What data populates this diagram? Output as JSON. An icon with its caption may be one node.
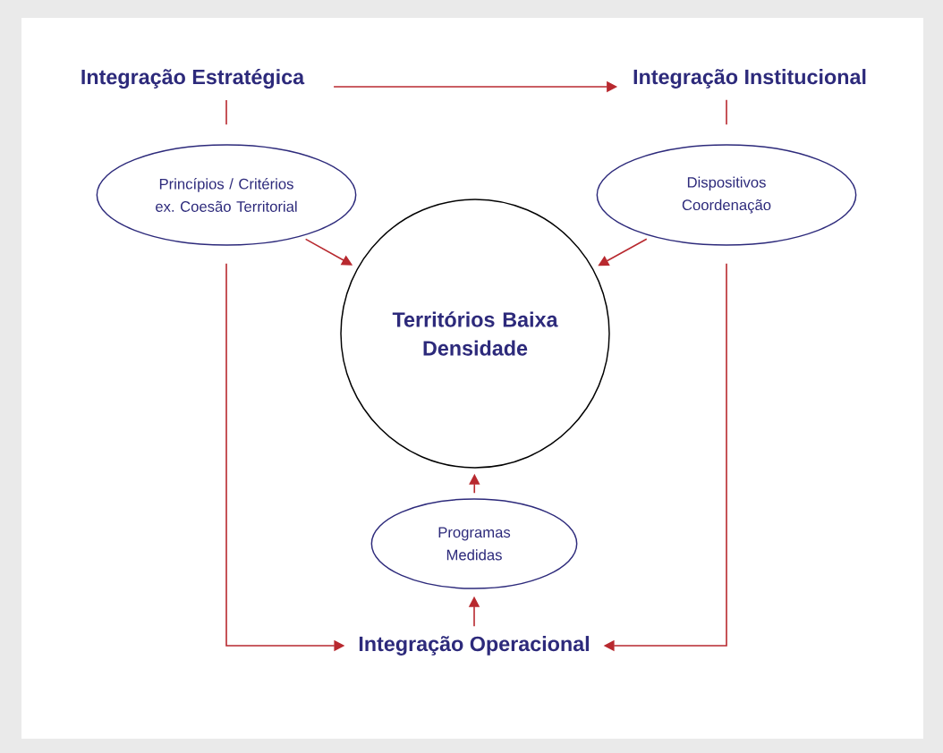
{
  "diagram": {
    "nodes": [
      {
        "text": [
          "Integração Estratégica"
        ]
      },
      {
        "text": [
          "Integração Institucional"
        ]
      },
      {
        "text": [
          "Princípios / Critérios ex. Coesão Territorial"
        ]
      },
      {
        "text": [
          "Dispositivos Coordenação"
        ]
      },
      {
        "text": [
          "Territórios Baixa Densidade"
        ]
      },
      {
        "text": [
          "Programas Medidas"
        ]
      },
      {
        "text": [
          "Integração Operacional"
        ]
      }
    ],
    "edges": [
      {
        "from": 0,
        "to": 1,
        "arrow": "to"
      },
      {
        "from": 0,
        "to": 2,
        "arrow": "none"
      },
      {
        "from": 1,
        "to": 3,
        "arrow": "none"
      },
      {
        "from": 2,
        "to": 4,
        "arrow": "to"
      },
      {
        "from": 3,
        "to": 4,
        "arrow": "to"
      },
      {
        "from": 5,
        "to": 4,
        "arrow": "to"
      },
      {
        "from": 6,
        "to": 5,
        "arrow": "to"
      },
      {
        "from": 2,
        "to": 6,
        "arrow": "to"
      },
      {
        "from": 3,
        "to": 6,
        "arrow": "to"
      }
    ]
  }
}
